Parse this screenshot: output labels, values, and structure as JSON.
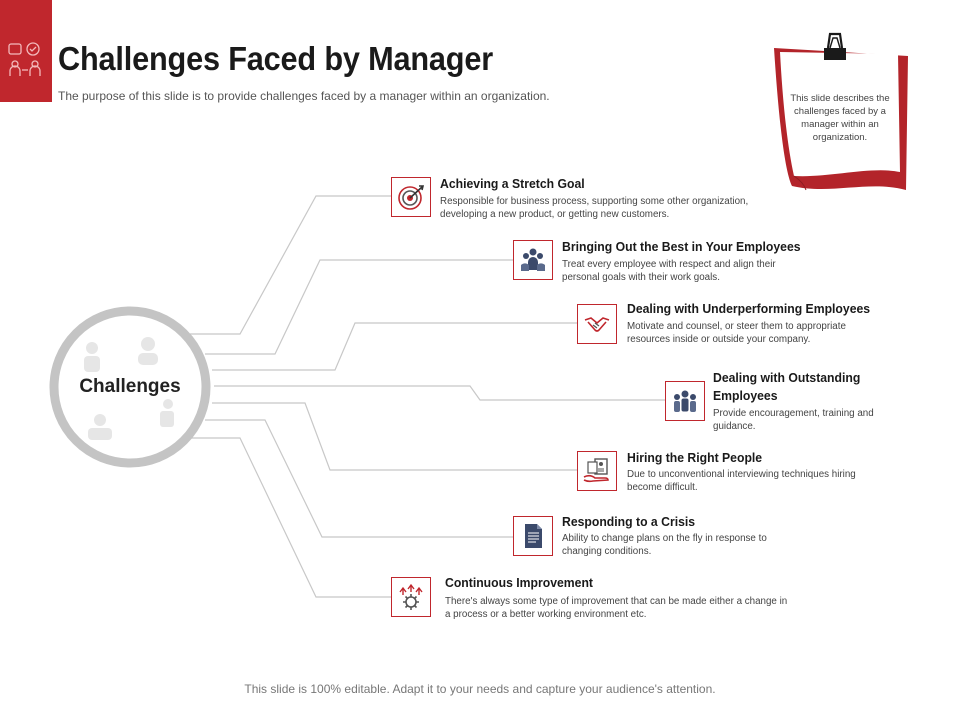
{
  "slide": {
    "title": "Challenges Faced by Manager",
    "subtitle": "The purpose of this slide is to provide  challenges faced by a manager within an organization.",
    "note": "This slide describes the challenges faced by a manager within an organization.",
    "footer": "This slide is 100% editable. Adapt it to your needs and capture your audience's attention.",
    "accent_color": "#c0272d"
  },
  "hub": {
    "label": "Challenges"
  },
  "items": [
    {
      "title": "Achieving a Stretch Goal",
      "desc": "Responsible for business process, supporting some other organization, developing a new product, or getting new customers.",
      "icon": "target-icon"
    },
    {
      "title": "Bringing Out the Best in Your Employees",
      "desc": "Treat every employee with respect and align their personal goals with their work goals.",
      "icon": "team-icon"
    },
    {
      "title": "Dealing with Underperforming Employees",
      "desc": "Motivate and counsel, or steer them to appropriate resources inside or outside your company.",
      "icon": "handshake-icon"
    },
    {
      "title": "Dealing with Outstanding Employees",
      "desc": "Provide encouragement, training and guidance.",
      "icon": "people-icon"
    },
    {
      "title": "Hiring the Right People",
      "desc": "Due to unconventional interviewing techniques hiring become difficult.",
      "icon": "hand-resume-icon"
    },
    {
      "title": "Responding to a Crisis",
      "desc": "Ability to change plans on the fly in response to changing conditions.",
      "icon": "document-icon"
    },
    {
      "title": "Continuous Improvement",
      "desc": "There's always some type of improvement that can be made either a change in a process or a better working environment etc.",
      "icon": "gear-growth-icon"
    }
  ]
}
